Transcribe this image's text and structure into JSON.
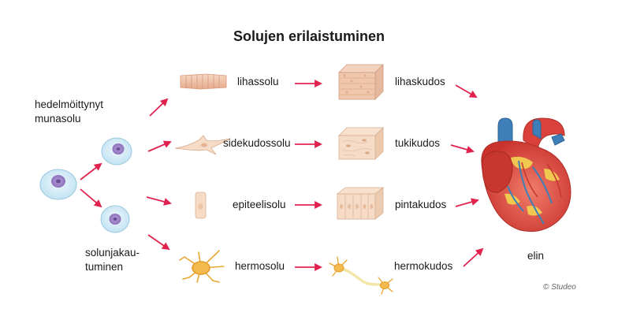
{
  "title": "Solujen erilaistuminen",
  "labels": {
    "fertilized_egg_line1": "hedelmöittynyt",
    "fertilized_egg_line2": "munasolu",
    "cell_division_line1": "solunjakau-",
    "cell_division_line2": "tuminen",
    "muscle_cell": "lihassolu",
    "connective_cell": "sidekudossolu",
    "epithelial_cell": "epiteelisolu",
    "nerve_cell": "hermosolu",
    "muscle_tissue": "lihaskudos",
    "connective_tissue": "tukikudos",
    "epithelial_tissue": "pintakudos",
    "nerve_tissue": "hermokudos",
    "organ": "elin"
  },
  "copyright": "© Studeo",
  "colors": {
    "arrow": "#e0234e",
    "cell_fill": "#d9eef8",
    "nucleus": "#9b7fc4",
    "muscle": "#f1c6ab",
    "epithelium": "#f6dcc6",
    "nerve": "#f0b03a",
    "heart_red": "#d9413a",
    "heart_blue": "#3f7fb8"
  }
}
